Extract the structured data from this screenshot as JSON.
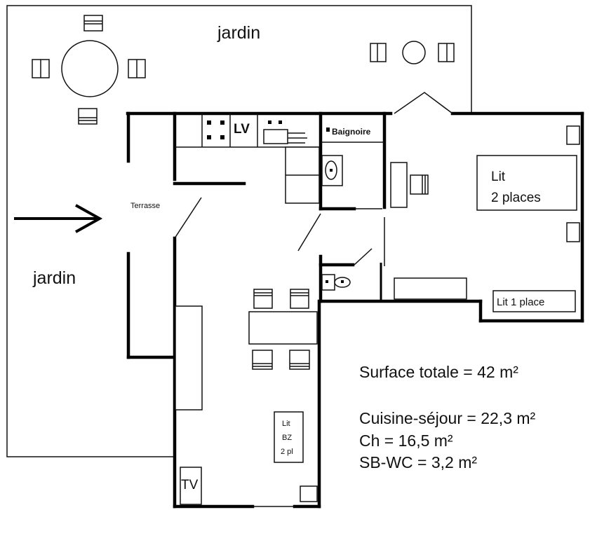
{
  "labels": {
    "garden_top": "jardin",
    "garden_left": "jardin",
    "terrace": "Terrasse",
    "washing_machine": "LV",
    "bathtub": "Baignoire",
    "double_bed_line1": "Lit",
    "double_bed_line2": "2 places",
    "single_bed": "Lit 1 place",
    "sofa_bed_line1": "Lit",
    "sofa_bed_line2": "BZ",
    "sofa_bed_line3": "2 pl",
    "tv": "TV"
  },
  "areas": {
    "total": "Surface totale = 42 m²",
    "kitchen_living": "Cuisine-séjour = 22,3 m²",
    "bedroom": "Ch = 16,5 m²",
    "bathroom_wc": "SB-WC = 3,2 m²"
  }
}
